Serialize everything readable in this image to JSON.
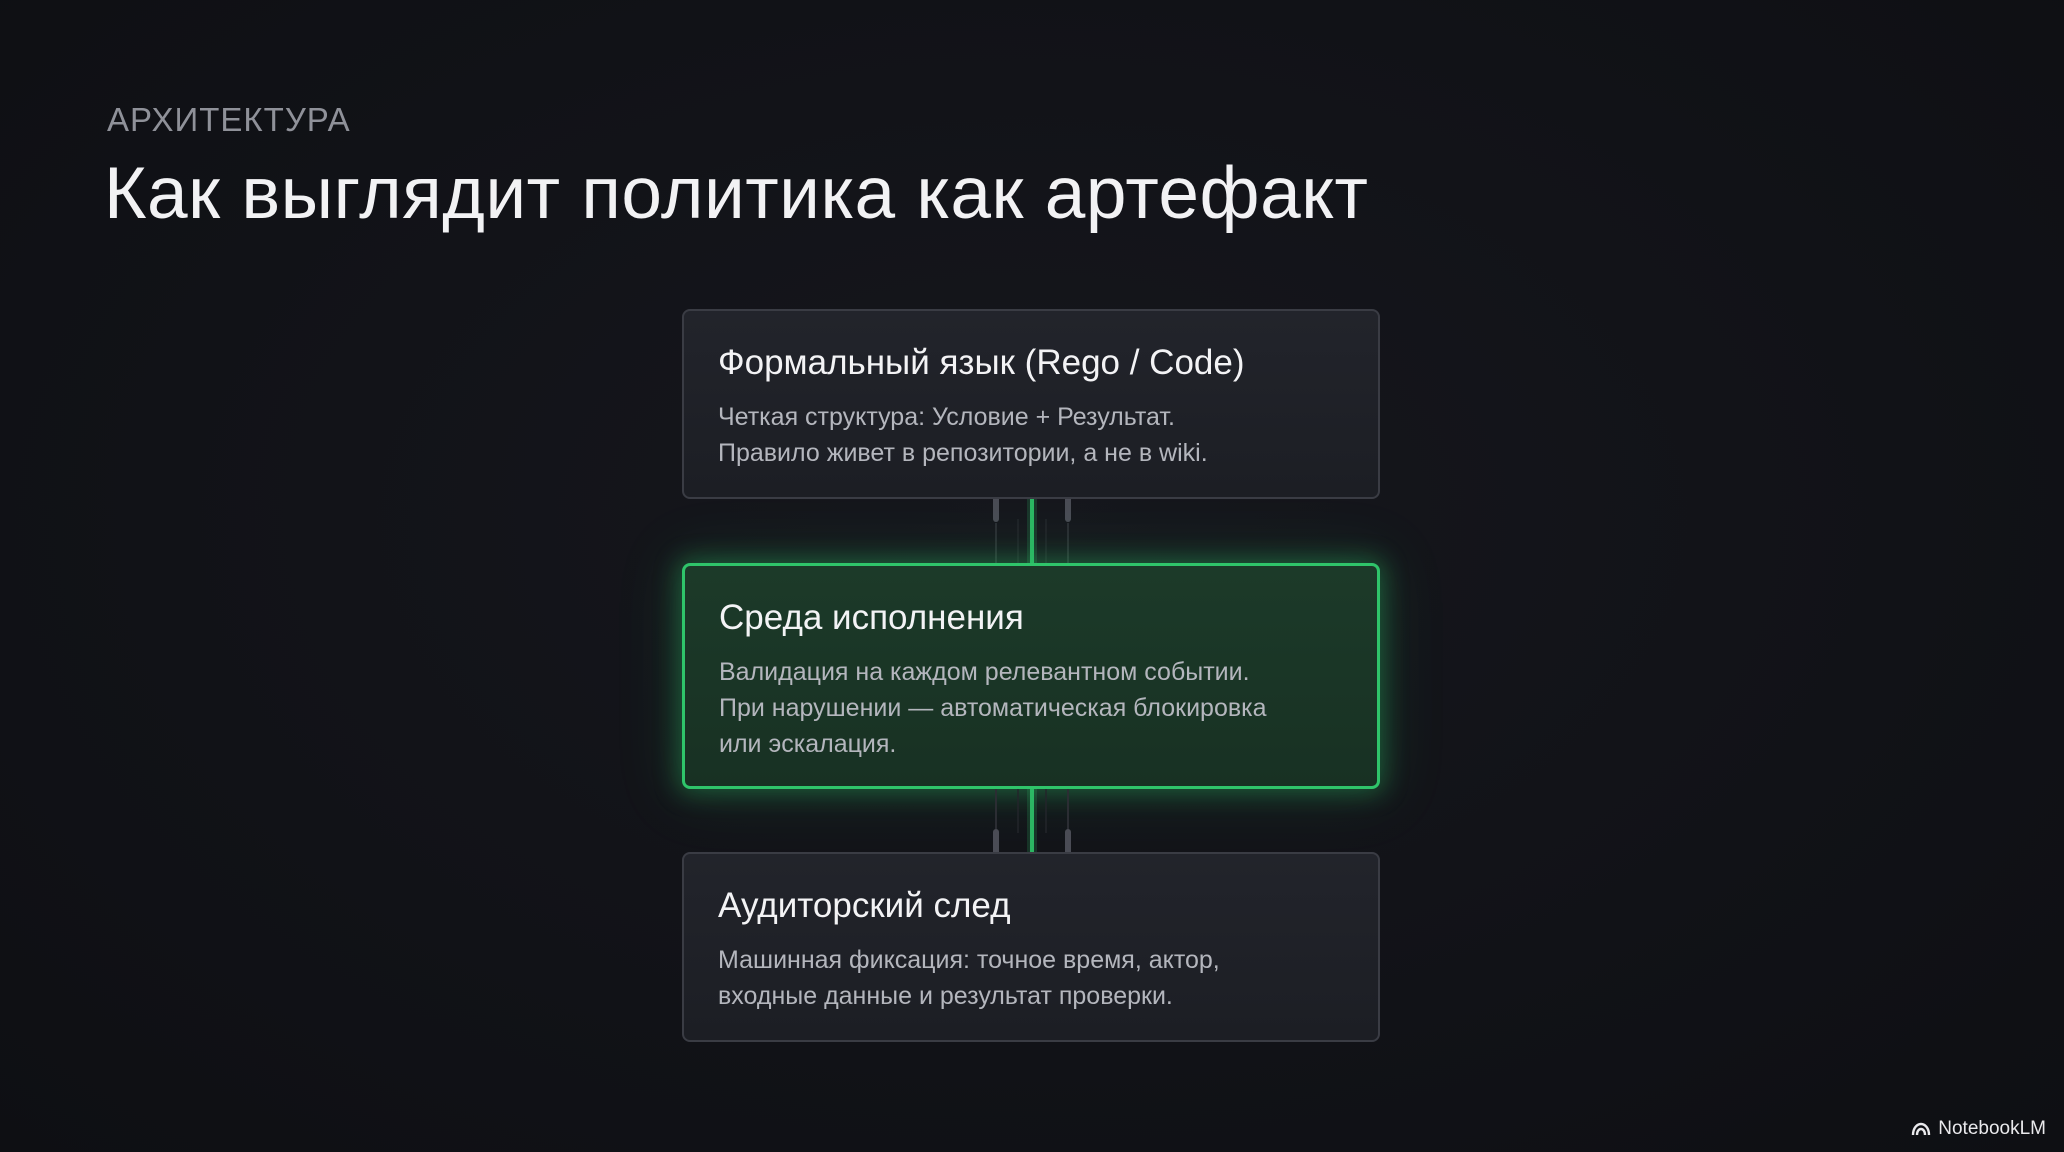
{
  "slide": {
    "eyebrow": "АРХИТЕКТУРА",
    "title": "Как выглядит политика как артефакт"
  },
  "cards": [
    {
      "title": "Формальный язык (Rego / Code)",
      "lines": [
        "Четкая структура: Условие + Результат.",
        "Правило живет в репозитории, а не в wiki."
      ],
      "highlighted": false
    },
    {
      "title": "Среда исполнения",
      "lines": [
        "Валидация на каждом релевантном событии.",
        "При нарушении — автоматическая блокировка",
        "или эскалация."
      ],
      "highlighted": true
    },
    {
      "title": "Аудиторский след",
      "lines": [
        "Машинная фиксация: точное время, актор,",
        "входные данные и результат проверки."
      ],
      "highlighted": false
    }
  ],
  "brand": {
    "name": "NotebookLM",
    "icon": "notebooklm-logo-icon"
  },
  "colors": {
    "background": "#111217",
    "accent": "#2fc46a",
    "card_border": "#3a3c44"
  }
}
